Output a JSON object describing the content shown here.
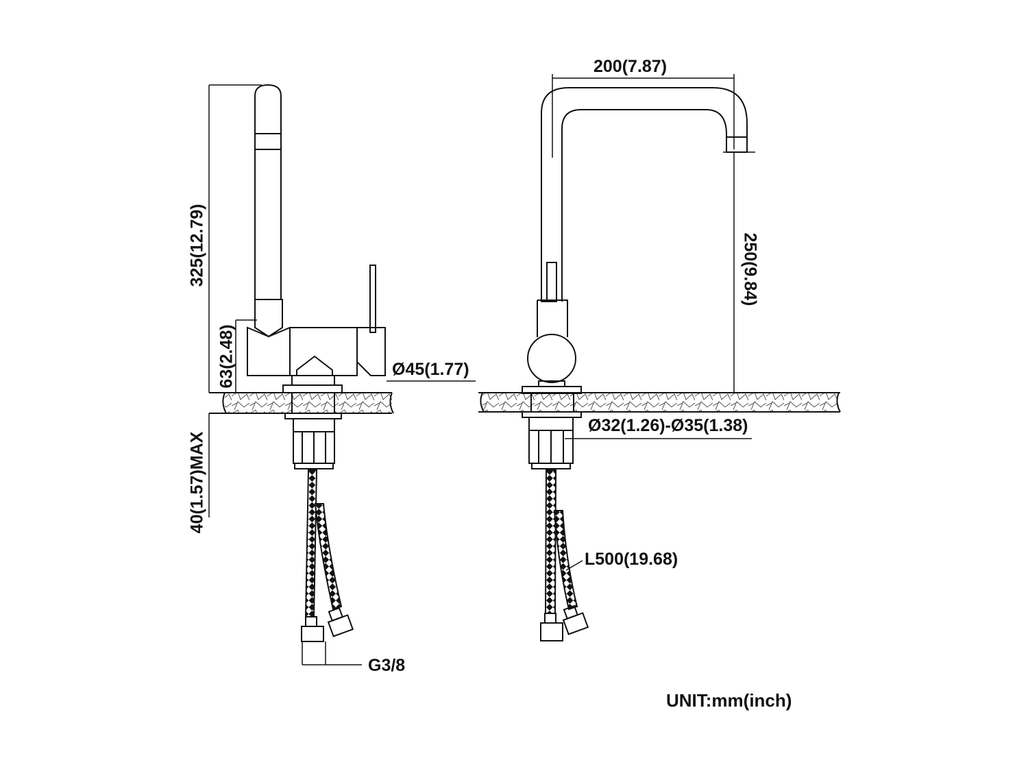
{
  "dimensions": {
    "total_height": "325(12.79)",
    "body_height": "63(2.48)",
    "below_counter": "40(1.57)MAX",
    "body_diameter": "Ø45(1.77)",
    "spout_reach": "200(7.87)",
    "spout_height": "250(9.84)",
    "hole_diameter": "Ø32(1.26)-Ø35(1.38)",
    "hose_length": "L500(19.68)",
    "thread": "G3/8"
  },
  "unit_note": "UNIT:mm(inch)",
  "colors": {
    "line": "#111111",
    "background": "#ffffff"
  }
}
